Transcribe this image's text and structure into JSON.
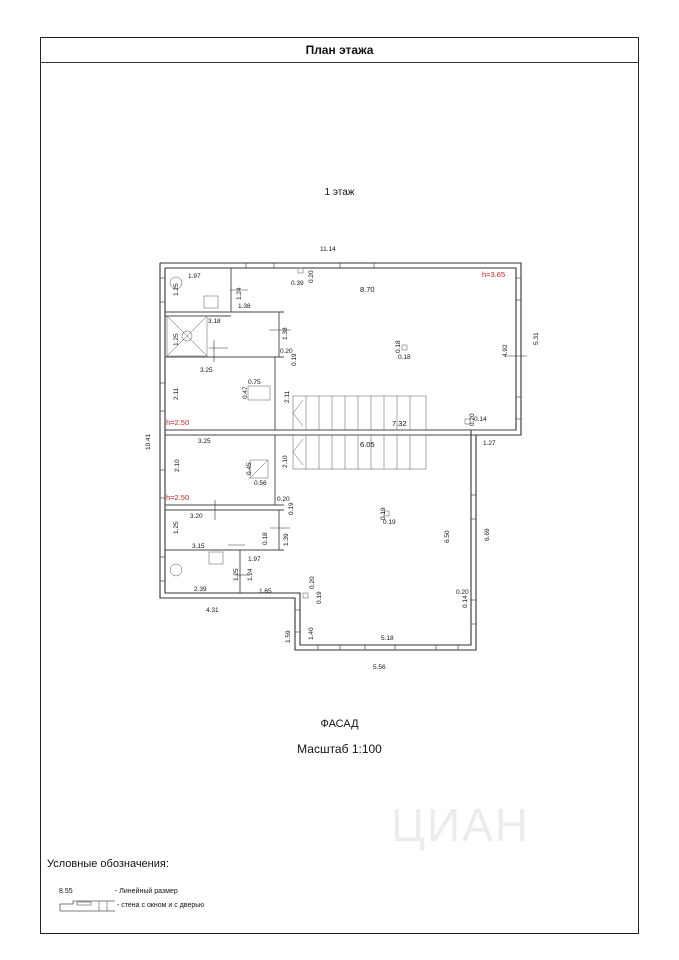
{
  "title": "План этажа",
  "floor_label": "1  этаж",
  "facade_label": "ФАСАД",
  "scale_label": "Масштаб 1:100",
  "legend": {
    "title": "Условные обозначения:",
    "dimension_sample": "8.55",
    "dimension_desc": "- Линейный размер",
    "wall_desc": "- стена с окном и с дверью"
  },
  "watermark": "ЦИАН",
  "dimensions": {
    "top_width": "11.14",
    "left_height": "10.41",
    "right_upper": "5.31",
    "right_inner": "4.92",
    "hall_width": "8.70",
    "stair_upper": "7.32",
    "stair_lower": "6.05",
    "ledge": "1.27",
    "lower_hall": "6.50",
    "lower_right": "6.69",
    "bottom_inner": "5.18",
    "bottom_outer": "5.56",
    "left_bottom": "4.31",
    "step_width": "1.65",
    "step_h1": "1.59",
    "step_h2": "1.40",
    "wc1_w": "1.97",
    "wc1_h": "1.25",
    "wc1_door": "1.24",
    "wc1_door2": "1.38",
    "shower_w": "3.18",
    "shower_h": "1.25",
    "shower_door": "1.38",
    "corr1_w": "3.25",
    "room1_h": "2.11",
    "room1_h2": "2.11",
    "room2_w": "3.25",
    "room2_h": "2.10",
    "room2_h2": "2.10",
    "bath2_w": "3.20",
    "bath2_h": "1.25",
    "bath2_door": "1.39",
    "corr2_w": "3.15",
    "wc2_w": "2.39",
    "wc2_h": "1.25",
    "wc2_door": "1.24",
    "wc2_door2": "1.97",
    "col1_a": "0.39",
    "col1_b": "0.20",
    "col_b1": "0.18",
    "col_b2": "0.18",
    "col_c1": "0.19",
    "col_c2": "0.19",
    "col_d1": "0.20",
    "col_d2": "0.14",
    "col_e1": "0.20",
    "col_e2": "0.14",
    "col_f1": "0.20",
    "col_f2": "0.19",
    "col_g1": "0.20",
    "col_g2": "0.19",
    "col_h1": "0.20",
    "col_h2": "0.19",
    "col_i": "0.18",
    "box1_w": "0.75",
    "box1_h": "0.47",
    "box2_w": "0.56",
    "box2_h": "0.45",
    "height_main": "h=3.65",
    "height_room1": "h=2.50",
    "height_room2": "h=2.50"
  },
  "colors": {
    "accent_text": "#d32020",
    "line": "#333333"
  }
}
